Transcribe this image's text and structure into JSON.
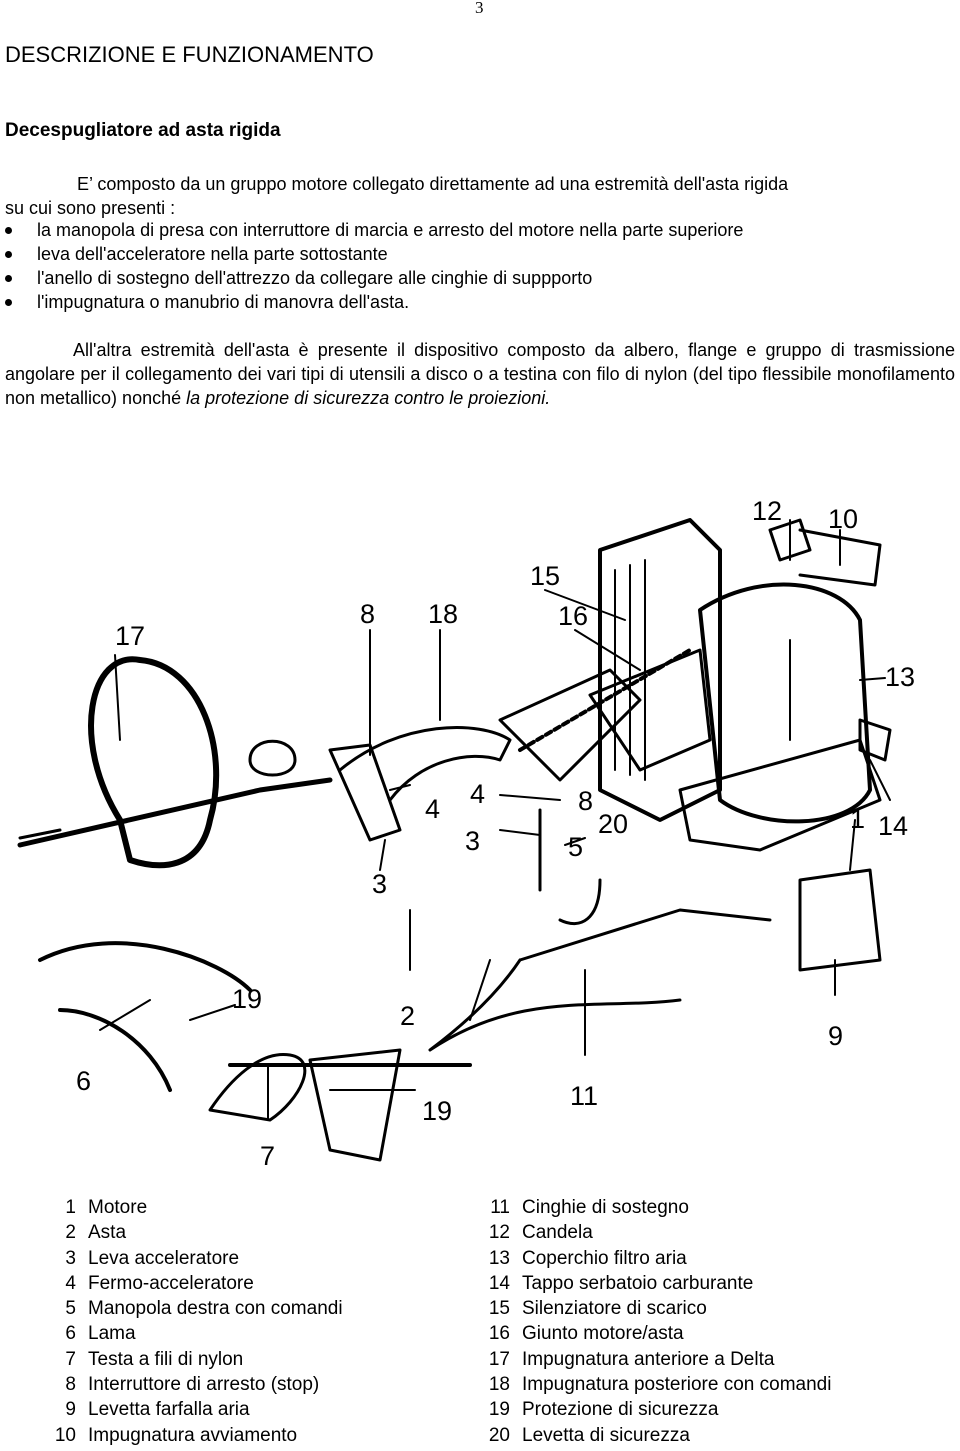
{
  "page_number": "3",
  "title": "DESCRIZIONE E FUNZIONAMENTO",
  "subtitle": "Decespugliatore ad asta rigida",
  "intro_first": "E’  composto da un gruppo motore collegato direttamente ad una estremità dell'asta rigida",
  "intro_second": "su cui sono presenti :",
  "bullets": [
    "la manopola di presa con interruttore di marcia e arresto del motore  nella parte superiore",
    "leva dell'acceleratore nella parte sottostante",
    "l'anello di sostegno dell'attrezzo da collegare alle cinghie di suppporto",
    "l'impugnatura o manubrio di manovra dell'asta."
  ],
  "paragraph": {
    "text": "All'altra estremità dell'asta è presente il dispositivo composto da albero, flange e gruppo di trasmissione angolare per il collegamento dei vari tipi di utensili a disco o a testina con filo di nylon (del tipo flessibile monofilamento non metallico) nonché ",
    "italic": "la protezione di sicurezza contro le proiezioni."
  },
  "diagram_labels": {
    "l1": "1",
    "l2": "2",
    "l3a": "3",
    "l3b": "3",
    "l4a": "4",
    "l4b": "4",
    "l5": "5",
    "l6": "6",
    "l7": "7",
    "l8a": "8",
    "l8b": "8",
    "l9": "9",
    "l10": "10",
    "l11": "11",
    "l12": "12",
    "l13": "13",
    "l14": "14",
    "l15": "15",
    "l16": "16",
    "l17": "17",
    "l18": "18",
    "l19a": "19",
    "l19b": "19",
    "l20": "20"
  },
  "legend_left": [
    {
      "num": "1",
      "label": "Motore"
    },
    {
      "num": "2",
      "label": "Asta"
    },
    {
      "num": "3",
      "label": "Leva acceleratore"
    },
    {
      "num": "4",
      "label": "Fermo-acceleratore"
    },
    {
      "num": "5",
      "label": "Manopola destra con comandi"
    },
    {
      "num": "6",
      "label": "Lama"
    },
    {
      "num": "7",
      "label": "Testa a fili di nylon"
    },
    {
      "num": "8",
      "label": "Interruttore di arresto (stop)"
    },
    {
      "num": "9",
      "label": "Levetta farfalla aria"
    },
    {
      "num": "10",
      "label": "Impugnatura avviamento"
    }
  ],
  "legend_right": [
    {
      "num": "11",
      "label": "Cinghie di sostegno"
    },
    {
      "num": "12",
      "label": "Candela"
    },
    {
      "num": "13",
      "label": "Coperchio filtro aria"
    },
    {
      "num": "14",
      "label": "Tappo serbatoio carburante"
    },
    {
      "num": "15",
      "label": "Silenziatore di scarico"
    },
    {
      "num": "16",
      "label": "Giunto motore/asta"
    },
    {
      "num": "17",
      "label": "Impugnatura anteriore a Delta"
    },
    {
      "num": "18",
      "label": "Impugnatura posteriore con comandi"
    },
    {
      "num": "19",
      "label": "Protezione di sicurezza"
    },
    {
      "num": "20",
      "label": "Levetta di sicurezza"
    }
  ]
}
